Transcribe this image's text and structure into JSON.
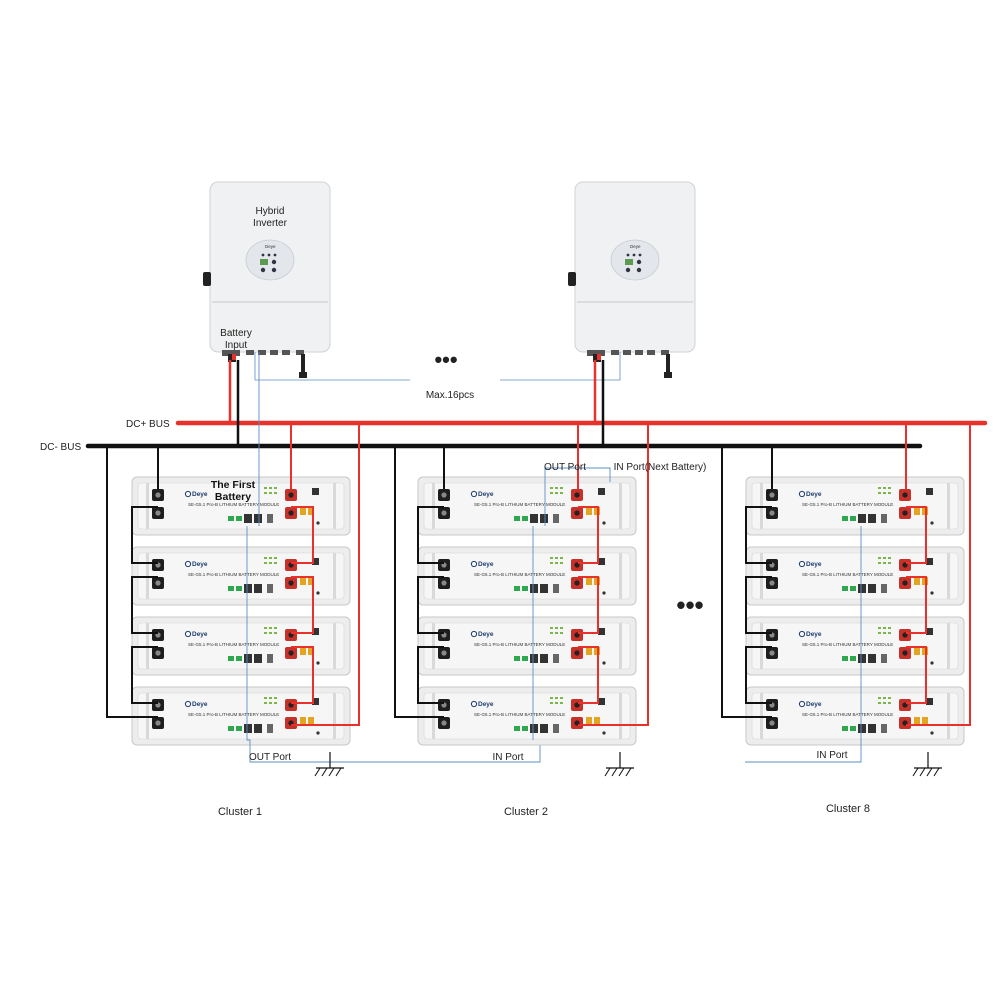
{
  "labels": {
    "inverter_title_line1": "Hybrid",
    "inverter_title_line2": "Inverter",
    "battery_input_line1": "Battery",
    "battery_input_line2": "Input",
    "max_pcs": "Max.16pcs",
    "dc_plus_bus": "DC+  BUS",
    "dc_minus_bus": "DC-  BUS",
    "first_battery_line1": "The First",
    "first_battery_line2": "Battery",
    "out_port_top": "OUT Port",
    "in_port_next": "IN  Port(Next Battery)",
    "out_port_bottom": "OUT Port",
    "in_port_cluster2": "IN Port",
    "in_port_cluster8": "IN Port",
    "brand": "Deye",
    "module_text": "SE-G5.1 Pro-B  LITHIUM BATTERY MODULE",
    "ellipsis": "•••"
  },
  "clusters": [
    {
      "name": "Cluster 1"
    },
    {
      "name": "Cluster 2"
    },
    {
      "name": "Cluster 8"
    }
  ],
  "colors": {
    "dc_plus": "#e8312a",
    "dc_minus": "#111111",
    "comm_line": "#5b8fc7",
    "inverter_body": "#f0f1f2",
    "module_body": "#eeeeee"
  }
}
